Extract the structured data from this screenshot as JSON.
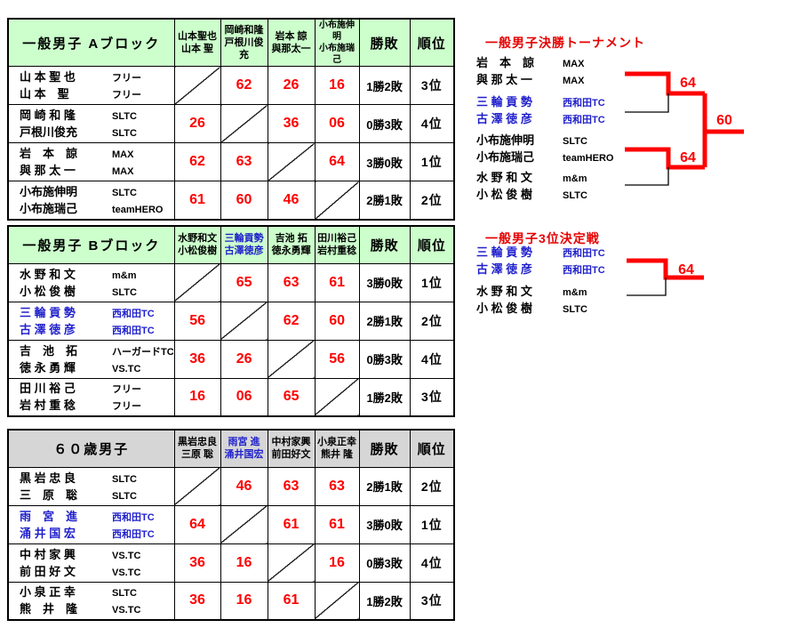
{
  "colors": {
    "header_green": "#ccffcc",
    "header_gray": "#d6d6d6",
    "score_red": "#ff0000",
    "team_blue": "#1f1fcc",
    "title_red": "#e60000",
    "bracket_winner_red": "#ff0000",
    "bracket_loser_black": "#000000"
  },
  "tables": [
    {
      "id": "general-men-block-a",
      "title": "一般男子 Aブロック",
      "header_bg": "#ccffcc",
      "wl_header": "勝敗",
      "rank_header": "順位",
      "col_headers": [
        {
          "line1": "山本聖也",
          "line2": "山本 聖",
          "blue": false,
          "small": false
        },
        {
          "line1": "岡崎和隆",
          "line2": "戸根川俊充",
          "blue": false,
          "small": false
        },
        {
          "line1": "岩本 諒",
          "line2": "與那太一",
          "blue": false,
          "small": false
        },
        {
          "line1": "小布施伸明",
          "line2": "小布施瑞己",
          "blue": false,
          "small": true
        }
      ],
      "rows": [
        {
          "p1": "山 本 聖 也",
          "c1": "フリー",
          "p2": "山 本　聖",
          "c2": "フリー",
          "blue": false,
          "diag": 0,
          "scores": [
            "",
            "62",
            "26",
            "16"
          ],
          "wl": "1勝2敗",
          "rank": "3位"
        },
        {
          "p1": "岡 崎 和 隆",
          "c1": "SLTC",
          "p2": "戸根川俊充",
          "c2": "SLTC",
          "blue": false,
          "diag": 1,
          "scores": [
            "26",
            "",
            "36",
            "06"
          ],
          "wl": "0勝3敗",
          "rank": "4位"
        },
        {
          "p1": "岩　本　諒",
          "c1": "MAX",
          "p2": "與 那 太 一",
          "c2": "MAX",
          "blue": false,
          "diag": 2,
          "scores": [
            "62",
            "63",
            "",
            "64"
          ],
          "wl": "3勝0敗",
          "rank": "1位"
        },
        {
          "p1": "小布施伸明",
          "c1": "SLTC",
          "p2": "小布施瑞己",
          "c2": "teamHERO",
          "blue": false,
          "diag": 3,
          "scores": [
            "61",
            "60",
            "46",
            ""
          ],
          "wl": "2勝1敗",
          "rank": "2位"
        }
      ]
    },
    {
      "id": "general-men-block-b",
      "title": "一般男子 Bブロック",
      "header_bg": "#ccffcc",
      "wl_header": "勝敗",
      "rank_header": "順位",
      "col_headers": [
        {
          "line1": "水野和文",
          "line2": "小松俊樹",
          "blue": false,
          "small": false
        },
        {
          "line1": "三輪貢勢",
          "line2": "古澤徳彦",
          "blue": true,
          "small": false
        },
        {
          "line1": "吉池 拓",
          "line2": "徳永勇輝",
          "blue": false,
          "small": false
        },
        {
          "line1": "田川裕己",
          "line2": "岩村重稔",
          "blue": false,
          "small": false
        }
      ],
      "rows": [
        {
          "p1": "水 野 和 文",
          "c1": "m&m",
          "p2": "小 松 俊 樹",
          "c2": "SLTC",
          "blue": false,
          "diag": 0,
          "scores": [
            "",
            "65",
            "63",
            "61"
          ],
          "wl": "3勝0敗",
          "rank": "1位"
        },
        {
          "p1": "三 輪 貢 勢",
          "c1": "西和田TC",
          "p2": "古 澤 徳 彦",
          "c2": "西和田TC",
          "blue": true,
          "diag": 1,
          "scores": [
            "56",
            "",
            "62",
            "60"
          ],
          "wl": "2勝1敗",
          "rank": "2位"
        },
        {
          "p1": "吉　池　拓",
          "c1": "ハーガードTC",
          "p2": "徳 永 勇 輝",
          "c2": "VS.TC",
          "blue": false,
          "diag": 2,
          "scores": [
            "36",
            "26",
            "",
            "56"
          ],
          "wl": "0勝3敗",
          "rank": "4位"
        },
        {
          "p1": "田 川 裕 己",
          "c1": "フリー",
          "p2": "岩 村 重 稔",
          "c2": "フリー",
          "blue": false,
          "diag": 3,
          "scores": [
            "16",
            "06",
            "65",
            ""
          ],
          "wl": "1勝2敗",
          "rank": "3位"
        }
      ]
    },
    {
      "id": "men-60",
      "title": "６０歳男子",
      "header_bg": "#d6d6d6",
      "wl_header": "勝敗",
      "rank_header": "順位",
      "col_headers": [
        {
          "line1": "黒岩忠良",
          "line2": "三原 聡",
          "blue": false,
          "small": false
        },
        {
          "line1": "雨宮 進",
          "line2": "涌井国宏",
          "blue": true,
          "small": false
        },
        {
          "line1": "中村家興",
          "line2": "前田好文",
          "blue": false,
          "small": false
        },
        {
          "line1": "小泉正幸",
          "line2": "熊井 隆",
          "blue": false,
          "small": false
        }
      ],
      "rows": [
        {
          "p1": "黒 岩 忠 良",
          "c1": "SLTC",
          "p2": "三　原　聡",
          "c2": "SLTC",
          "blue": false,
          "diag": 0,
          "scores": [
            "",
            "46",
            "63",
            "63"
          ],
          "wl": "2勝1敗",
          "rank": "2位"
        },
        {
          "p1": "雨　宮　進",
          "c1": "西和田TC",
          "p2": "涌 井 国 宏",
          "c2": "西和田TC",
          "blue": true,
          "diag": 1,
          "scores": [
            "64",
            "",
            "61",
            "61"
          ],
          "wl": "3勝0敗",
          "rank": "1位"
        },
        {
          "p1": "中 村 家 興",
          "c1": "VS.TC",
          "p2": "前 田 好 文",
          "c2": "VS.TC",
          "blue": false,
          "diag": 2,
          "scores": [
            "36",
            "16",
            "",
            "16"
          ],
          "wl": "0勝3敗",
          "rank": "4位"
        },
        {
          "p1": "小 泉 正 幸",
          "c1": "SLTC",
          "p2": "熊　井　隆",
          "c2": "VS.TC",
          "blue": false,
          "diag": 3,
          "scores": [
            "36",
            "16",
            "61",
            ""
          ],
          "wl": "1勝2敗",
          "rank": "3位"
        }
      ]
    }
  ],
  "brackets": [
    {
      "id": "general-men-final-tournament",
      "title": "一般男子決勝トーナメント",
      "teams": [
        {
          "p1": "岩　本　諒",
          "c1": "MAX",
          "p2": "與 那 太 一",
          "c2": "MAX",
          "blue": false
        },
        {
          "p1": "三 輪 貢 勢",
          "c1": "西和田TC",
          "p2": "古 澤 徳 彦",
          "c2": "西和田TC",
          "blue": true
        },
        {
          "p1": "小布施伸明",
          "c1": "SLTC",
          "p2": "小布施瑞己",
          "c2": "teamHERO",
          "blue": false
        },
        {
          "p1": "水 野 和 文",
          "c1": "m&m",
          "p2": "小 松 俊 樹",
          "c2": "SLTC",
          "blue": false
        }
      ],
      "scores": {
        "semi1": "64",
        "semi2": "64",
        "final": "60"
      }
    },
    {
      "id": "general-men-3rd-place",
      "title": "一般男子3位決定戦",
      "teams": [
        {
          "p1": "三 輪 貢 勢",
          "c1": "西和田TC",
          "p2": "古 澤 徳 彦",
          "c2": "西和田TC",
          "blue": true
        },
        {
          "p1": "水 野 和 文",
          "c1": "m&m",
          "p2": "小 松 俊 樹",
          "c2": "SLTC",
          "blue": false
        }
      ],
      "scores": {
        "match": "64"
      }
    }
  ]
}
